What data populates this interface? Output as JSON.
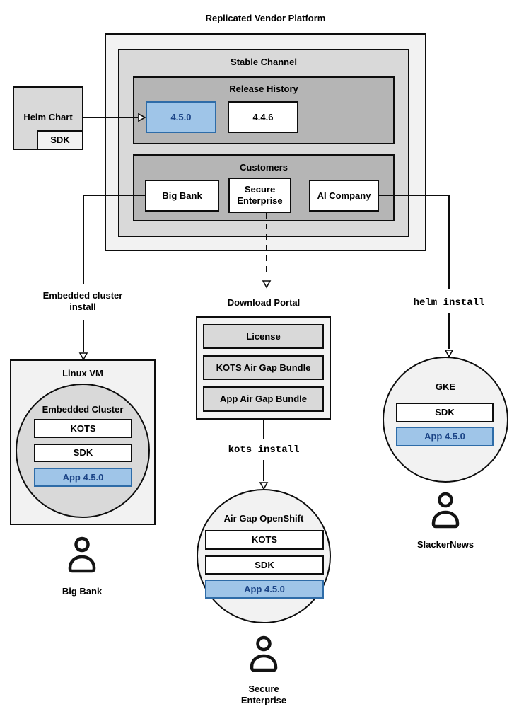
{
  "title": "Replicated Vendor Platform",
  "platform": {
    "channel_label": "Stable Channel",
    "release_history": {
      "label": "Release History",
      "releases": [
        "4.5.0",
        "4.4.6"
      ]
    },
    "customers": {
      "label": "Customers",
      "items": [
        "Big Bank",
        "Secure Enterprise",
        "AI Company"
      ]
    }
  },
  "helm_chart": {
    "label": "Helm Chart",
    "sdk": "SDK"
  },
  "left_branch": {
    "install_label": "Embedded cluster install",
    "vm": "Linux VM",
    "cluster": "Embedded Cluster",
    "components": [
      "KOTS",
      "SDK",
      "App 4.5.0"
    ],
    "persona": "Big Bank"
  },
  "middle_branch": {
    "portal": "Download Portal",
    "portal_items": [
      "License",
      "KOTS Air Gap Bundle",
      "App Air Gap Bundle"
    ],
    "command": "kots install",
    "cluster": "Air Gap OpenShift",
    "components": [
      "KOTS",
      "SDK",
      "App 4.5.0"
    ],
    "persona": "Secure Enterprise"
  },
  "right_branch": {
    "command": "helm install",
    "cluster": "GKE",
    "components": [
      "SDK",
      "App 4.5.0"
    ],
    "persona": "SlackerNews"
  },
  "colors": {
    "panel_light": "#f2f2f2",
    "panel_mid": "#d9d9d9",
    "panel_dark": "#b5b5b5",
    "highlight_fill": "#9fc5e8",
    "highlight_border": "#2e6ca8",
    "highlight_text": "#1c4587",
    "outline": "#000000"
  }
}
